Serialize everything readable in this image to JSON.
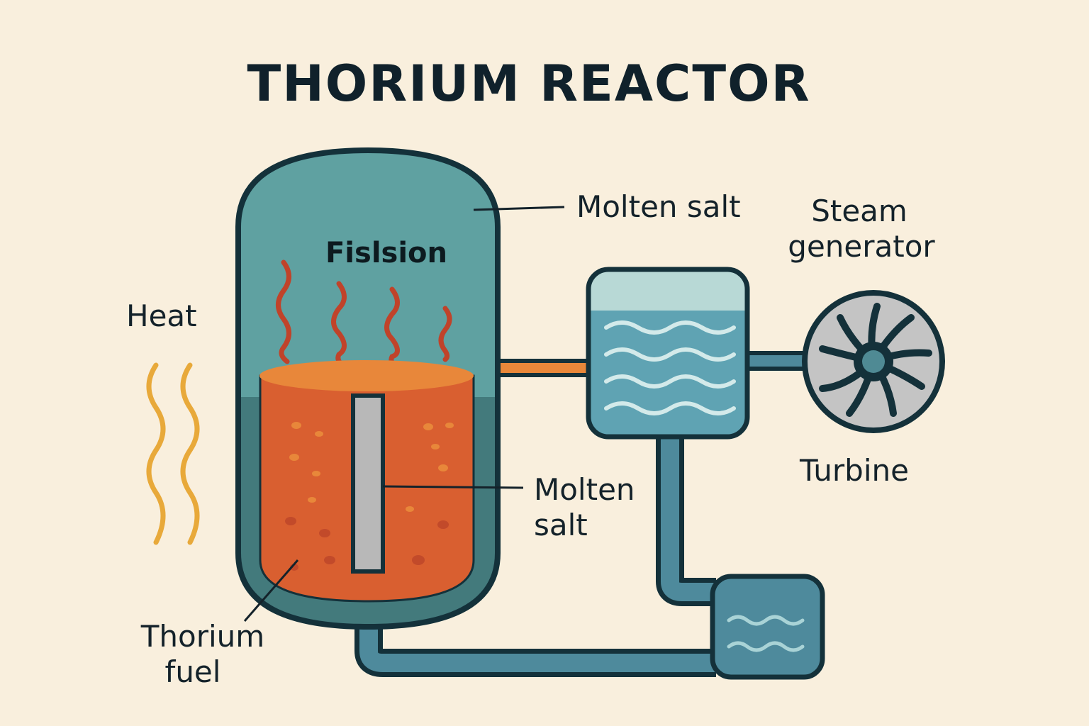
{
  "title": "THORIUM REACTOR",
  "labels": {
    "fission": "Fislsion",
    "molten_salt_top": "Molten salt",
    "steam_generator_line1": "Steam",
    "steam_generator_line2": "generator",
    "heat": "Heat",
    "molten_salt_mid_line1": "Molten",
    "molten_salt_mid_line2": "salt",
    "turbine": "Turbine",
    "thorium_fuel_line1": "Thorium",
    "thorium_fuel_line2": "fuel"
  },
  "colors": {
    "background": "#f9efdd",
    "outline": "#14313a",
    "vessel": "#5fa1a1",
    "vessel_lower": "#437a7c",
    "fuel": "#d95f30",
    "fuel_top": "#e8873a",
    "fission_waves": "#c0432a",
    "heat_waves": "#e8a93a",
    "water": "#5fa3b3",
    "turbine": "#c4c4c4"
  }
}
